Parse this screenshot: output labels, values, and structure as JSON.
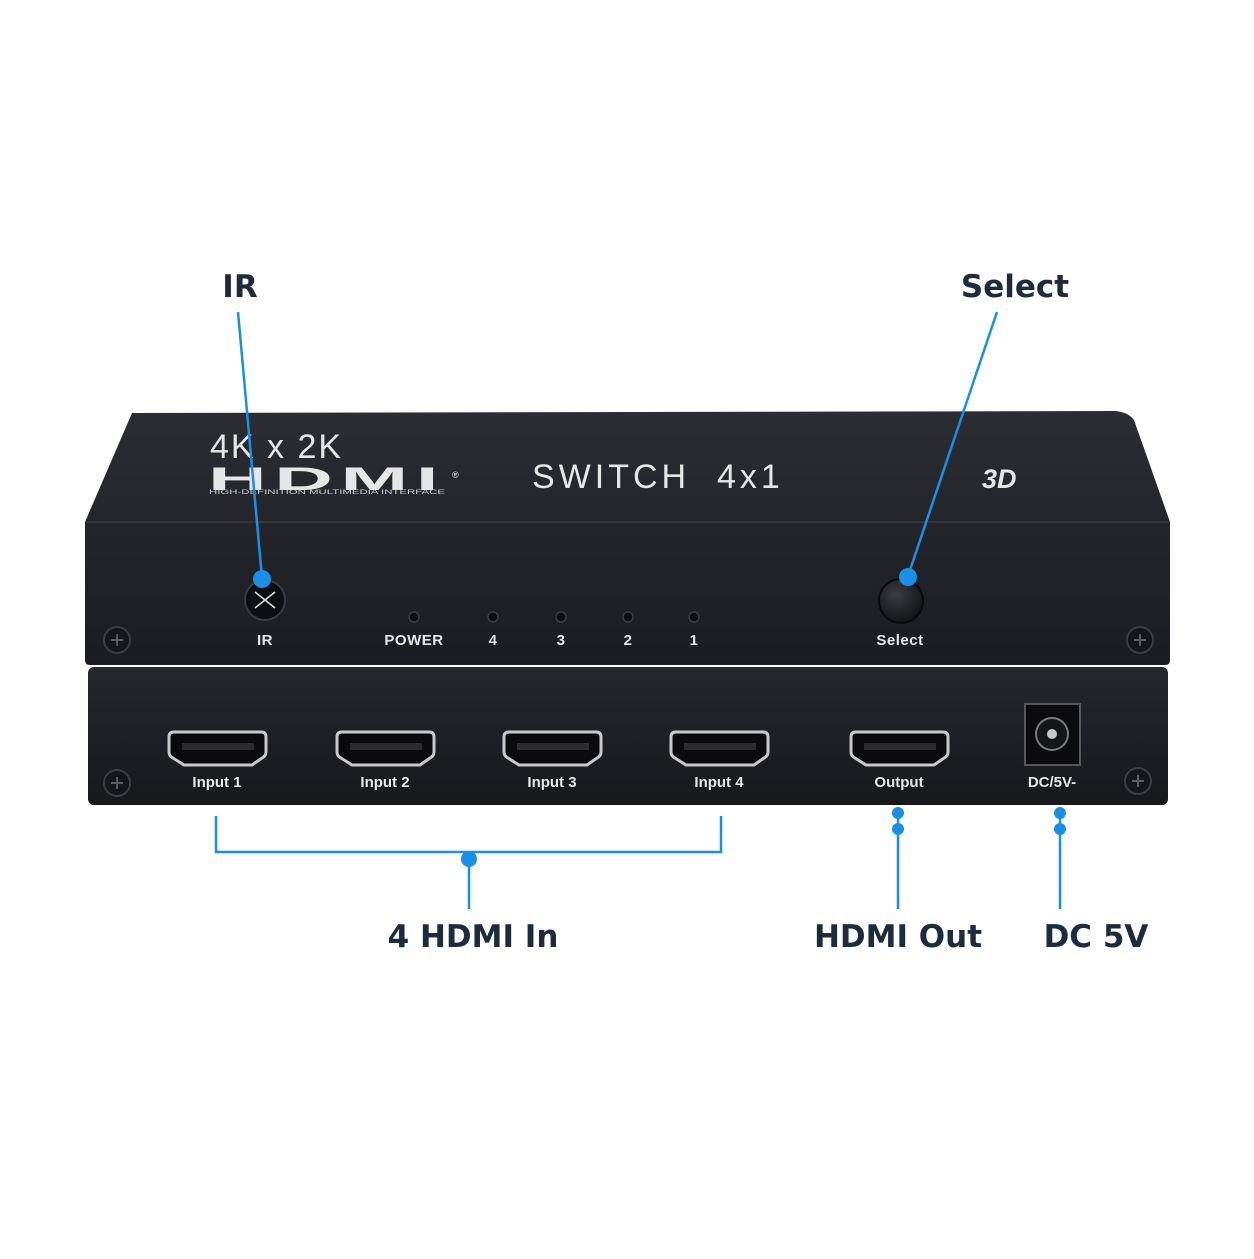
{
  "callouts": {
    "ir": "IR",
    "select": "Select",
    "hdmi_in": "4 HDMI In",
    "hdmi_out": "HDMI Out",
    "dc": "DC 5V"
  },
  "device": {
    "resolution": "4K x 2K",
    "hdmi_logo": "HDMI",
    "hdmi_registered": "®",
    "hdmi_tagline": "HIGH-DEFINITION MULTIMEDIA INTERFACE",
    "model": "SWITCH  4x1",
    "badge_3d": "3D"
  },
  "front_panel": {
    "ir_label": "IR",
    "power_label": "POWER",
    "led_labels": [
      "4",
      "3",
      "2",
      "1"
    ],
    "select_label": "Select"
  },
  "rear_panel": {
    "ports": [
      "Input 1",
      "Input 2",
      "Input 3",
      "Input 4",
      "Output"
    ],
    "dc_label": "DC/5V-"
  },
  "colors": {
    "accent": "#1a8fe6",
    "device_body": "#1f2126",
    "callout_text": "#1e2b3c",
    "panel_text": "#e8e8e8"
  }
}
